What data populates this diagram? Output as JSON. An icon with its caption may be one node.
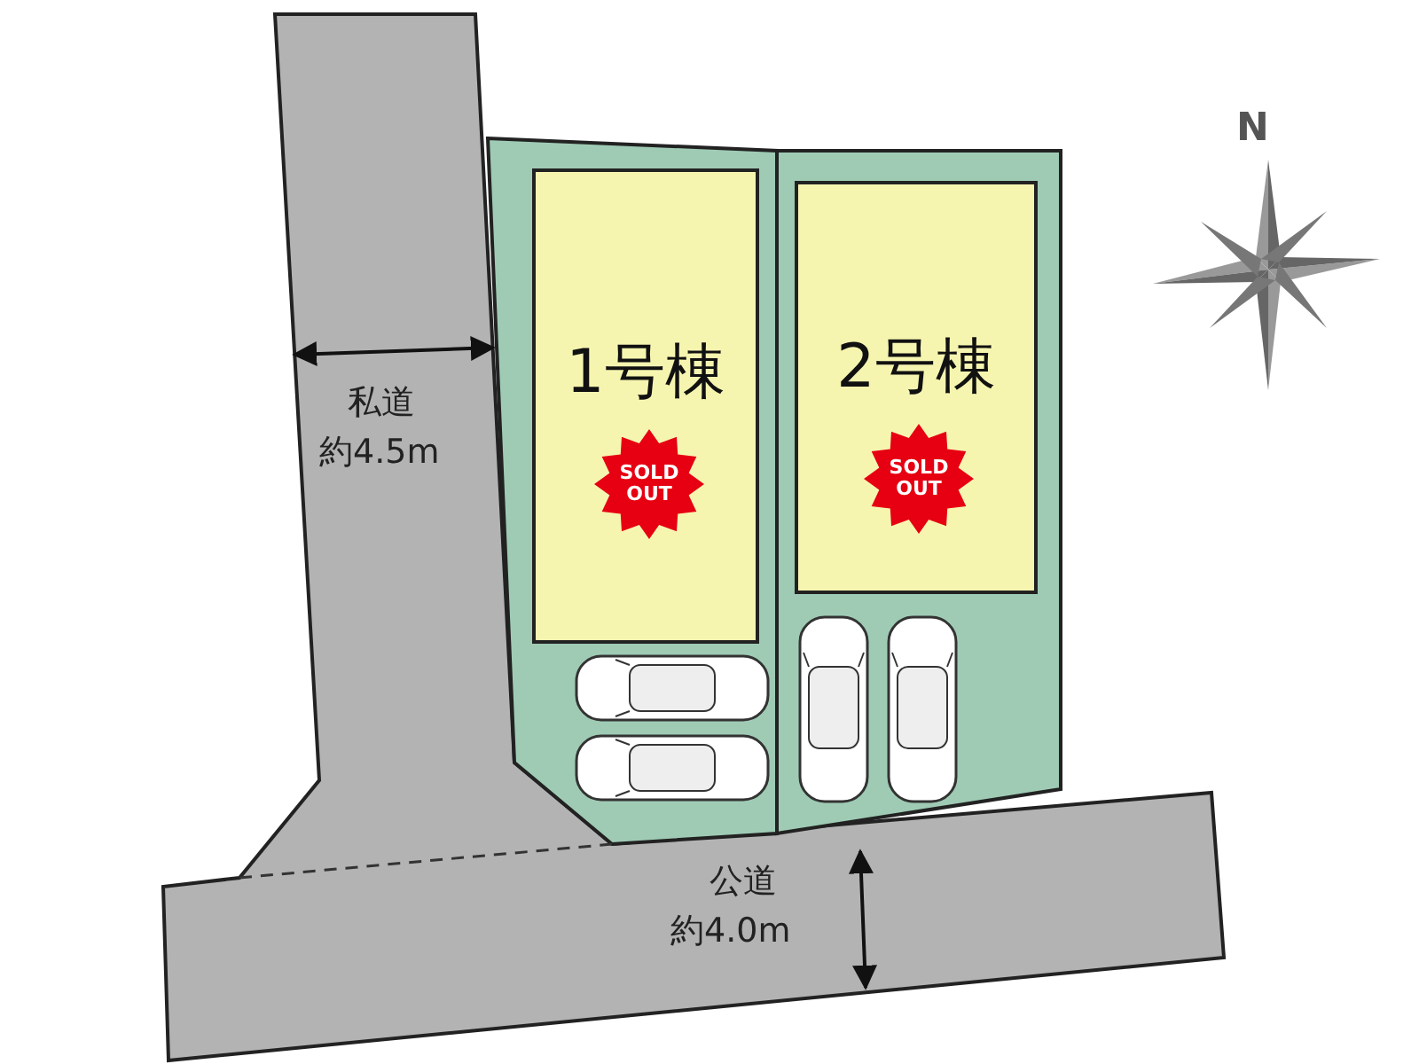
{
  "diagram": {
    "nodes": [
      {
        "text": [
          "1号棟",
          "SOLD OUT"
        ]
      },
      {
        "text": [
          "2号棟",
          "SOLD OUT"
        ]
      }
    ],
    "labels": [
      "N",
      "私道",
      "約4.5m",
      "公道",
      "約4.0m"
    ]
  }
}
